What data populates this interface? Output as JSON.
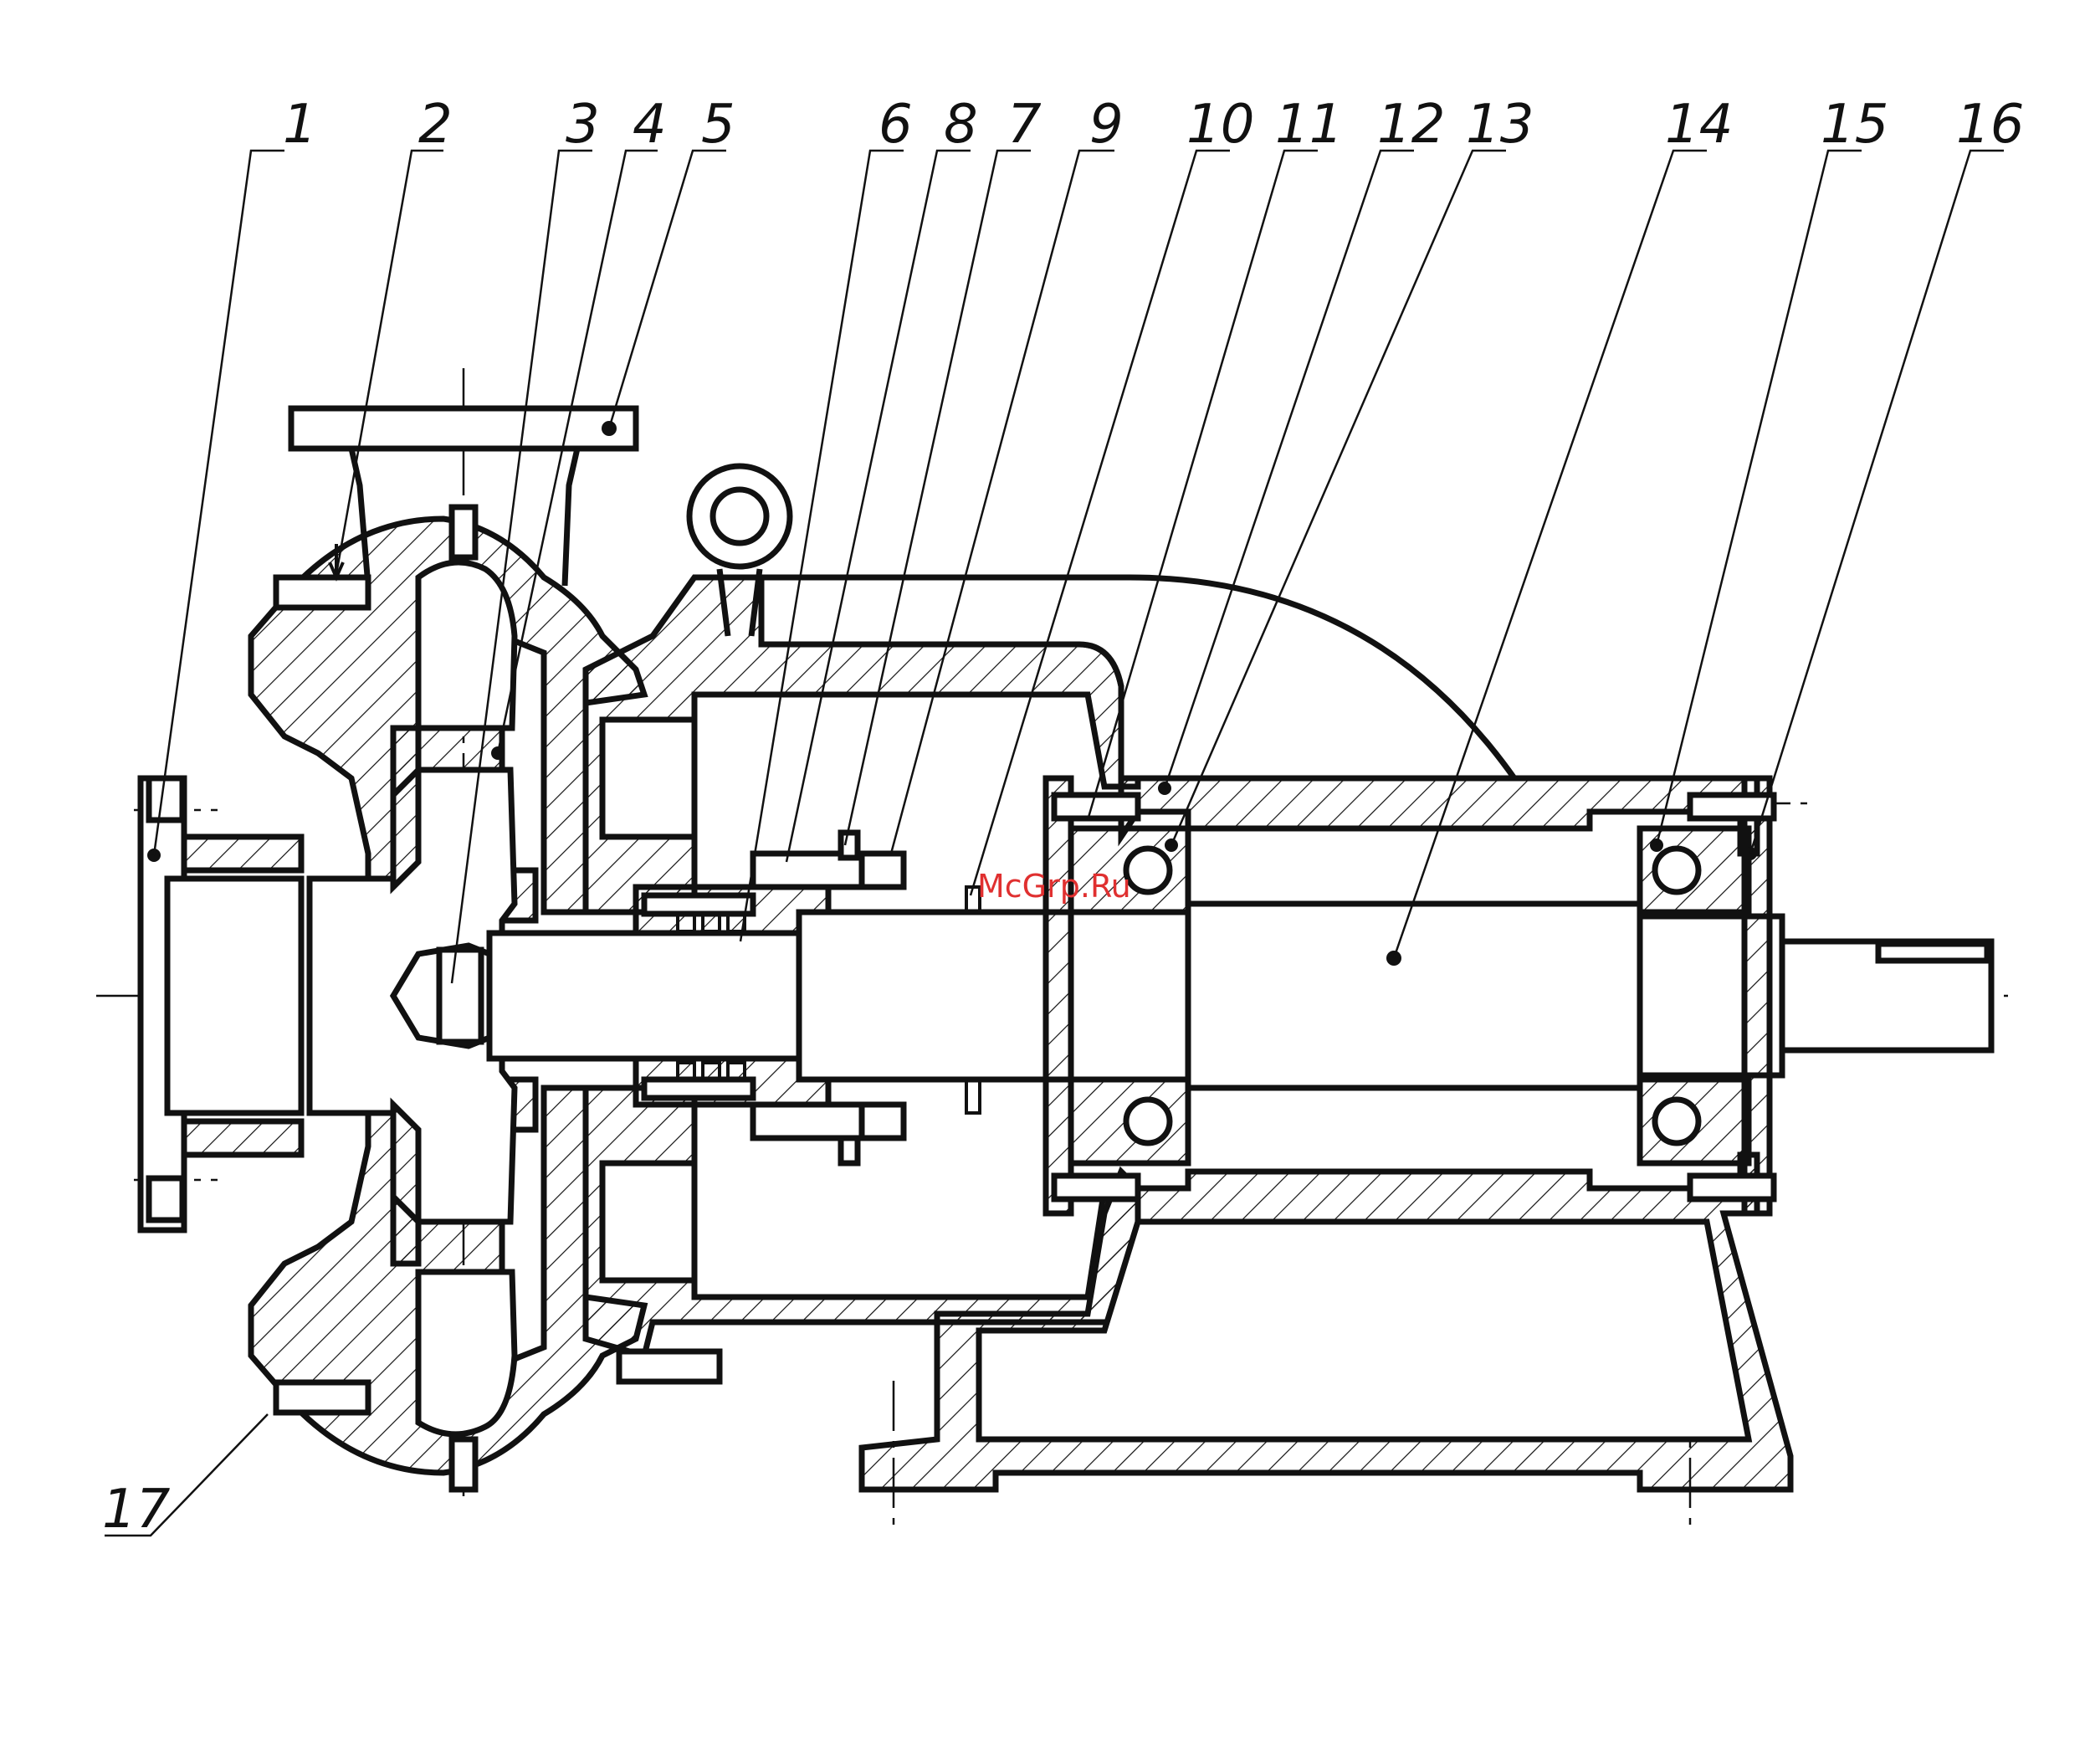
{
  "callouts": {
    "c1": "1",
    "c2": "2",
    "c3": "3",
    "c4": "4",
    "c5": "5",
    "c6": "6",
    "c8": "8",
    "c7": "7",
    "c9": "9",
    "c10": "10",
    "c11": "11",
    "c12": "12",
    "c13": "13",
    "c14": "14",
    "c15": "15",
    "c16": "16",
    "c17": "17"
  },
  "watermark": {
    "text": "McGrp.Ru",
    "color": "#e03030"
  },
  "colors": {
    "line": "#111111",
    "background": "#ffffff"
  }
}
